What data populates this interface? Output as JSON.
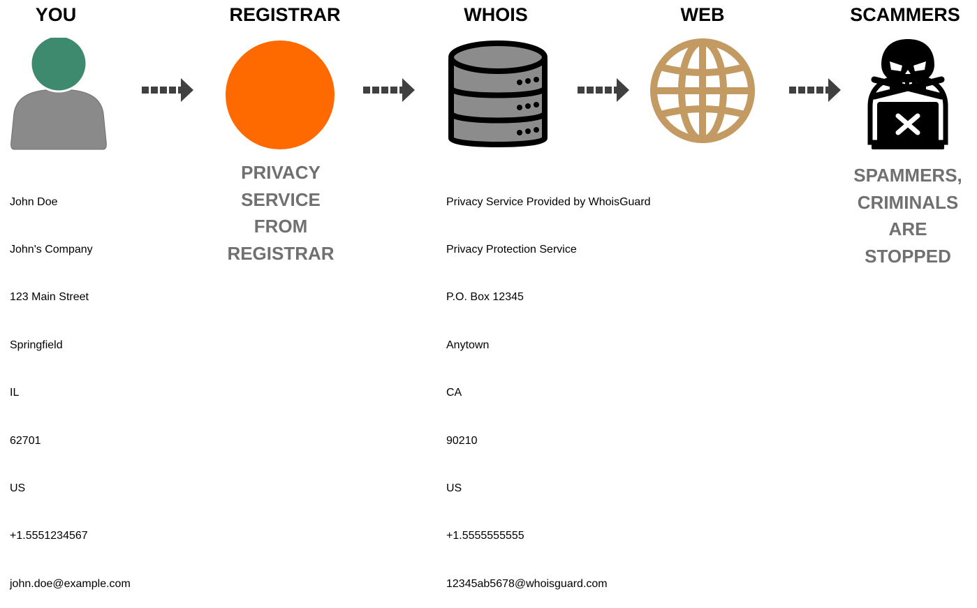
{
  "columns": {
    "you": {
      "title": "YOU"
    },
    "registrar": {
      "title": "REGISTRAR"
    },
    "whois": {
      "title": "WHOIS"
    },
    "web": {
      "title": "WEB"
    },
    "scammers": {
      "title": "SCAMMERS"
    }
  },
  "you_info": [
    "John Doe",
    "John's Company",
    "123 Main Street",
    "Springfield",
    "IL",
    "62701",
    "US",
    "+1.5551234567",
    "john.doe@example.com"
  ],
  "registrar_caption": [
    "PRIVACY",
    "SERVICE",
    "FROM",
    "REGISTRAR"
  ],
  "whois_info": [
    "Privacy Service Provided by WhoisGuard",
    "Privacy Protection Service",
    "P.O. Box 12345",
    "Anytown",
    "CA",
    "90210",
    "US",
    "+1.5555555555",
    "12345ab5678@whoisguard.com"
  ],
  "scammers_caption": [
    "SPAMMERS,",
    "CRIMINALS",
    "ARE",
    "STOPPED"
  ],
  "colors": {
    "person_head": "#3e8a6e",
    "person_body": "#8a8a8a",
    "registrar_circle": "#ff6a00",
    "database": "#8c8c8c",
    "globe": "#c49a63",
    "arrow": "#404040",
    "caption": "#707070"
  },
  "icons": {
    "you": "person-icon",
    "registrar": "circle-icon",
    "whois": "database-icon",
    "web": "globe-icon",
    "scammers": "hacker-skull-icon",
    "arrow": "dashed-arrow-icon"
  }
}
